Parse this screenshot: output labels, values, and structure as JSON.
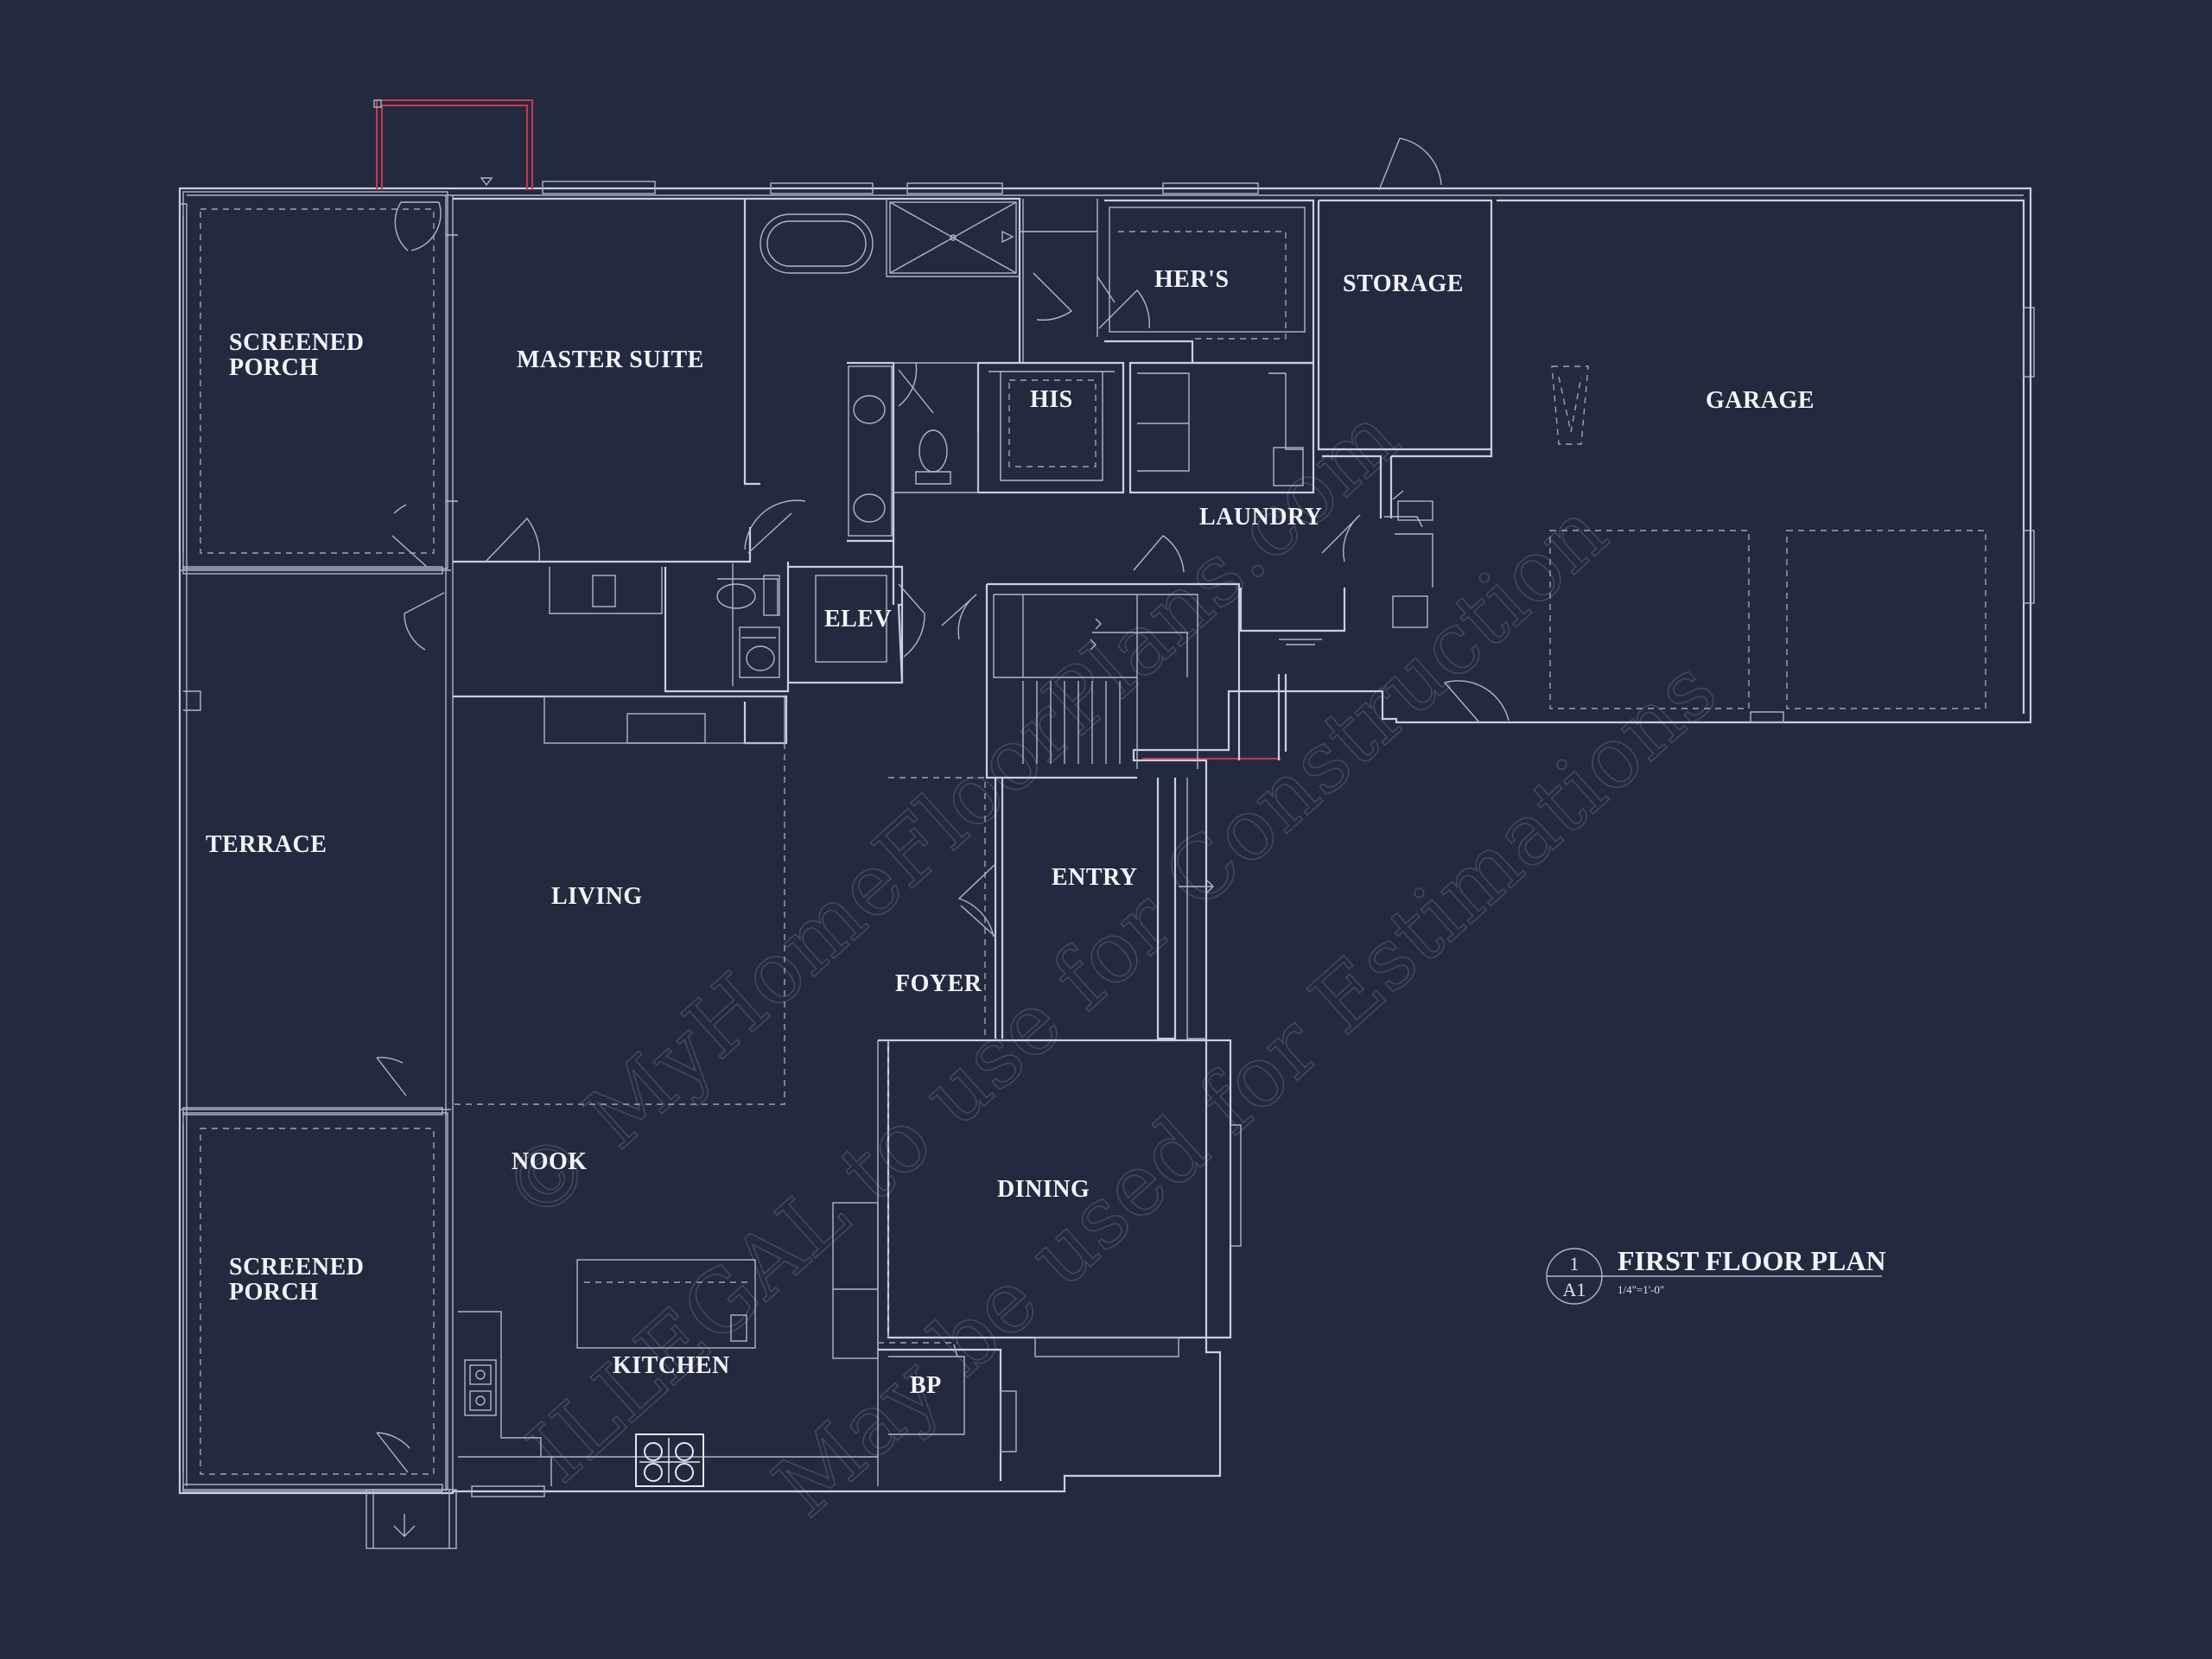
{
  "rooms": {
    "screened_porch_top_1": "SCREENED",
    "screened_porch_top_2": "PORCH",
    "master_suite": "MASTER SUITE",
    "hers": "HER'S",
    "storage": "STORAGE",
    "garage": "GARAGE",
    "his": "HIS",
    "laundry": "LAUNDRY",
    "elev": "ELEV",
    "terrace": "TERRACE",
    "living": "LIVING",
    "entry": "ENTRY",
    "foyer": "FOYER",
    "nook": "NOOK",
    "dining": "DINING",
    "screened_porch_bottom_1": "SCREENED",
    "screened_porch_bottom_2": "PORCH",
    "kitchen": "KITCHEN",
    "bp": "BP"
  },
  "title_block": {
    "title": "FIRST FLOOR PLAN",
    "scale": "1/4\"=1'-0\"",
    "drawing_number": "1",
    "sheet": "A1"
  },
  "watermark": {
    "line1": "© MyHomeFloorPlans.com",
    "line2": "ILLEGAL to use for Construction",
    "line3": "May be used for Estimations"
  },
  "colors": {
    "background": "#232a3f",
    "linework": "#c9cfdc",
    "text": "#f2f4f8",
    "accent_red": "#c9384f"
  }
}
